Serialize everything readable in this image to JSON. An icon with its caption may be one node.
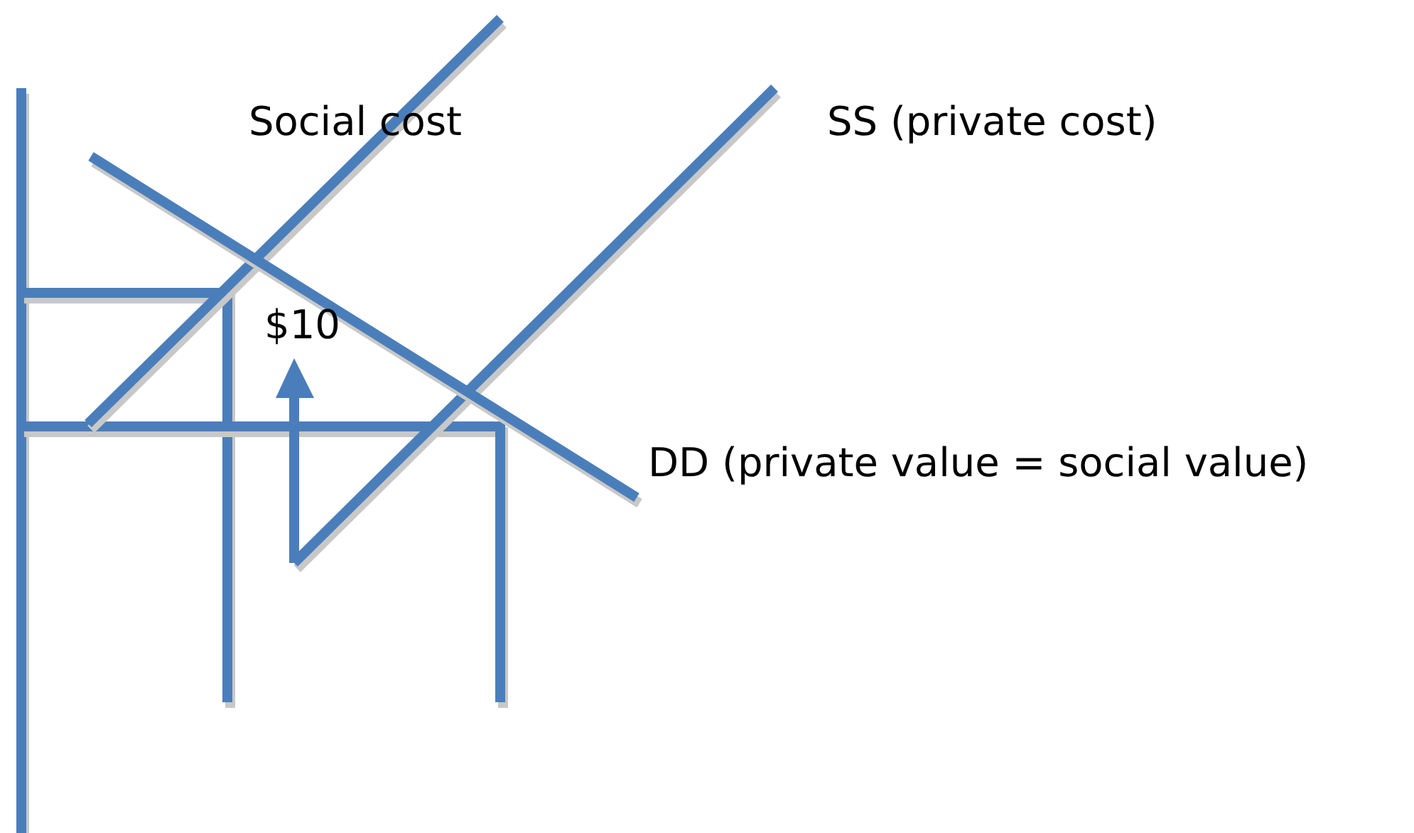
{
  "diagram": {
    "labels": [
      "Social cost",
      "SS (private cost)",
      "$10",
      "DD (private value = social value)"
    ]
  }
}
